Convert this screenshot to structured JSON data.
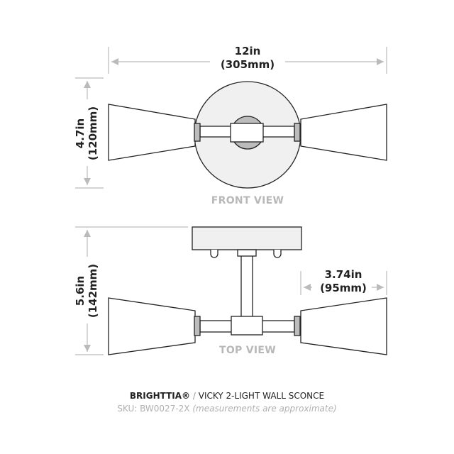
{
  "dimensions": {
    "width": {
      "imperial": "12in",
      "metric": "(305mm)"
    },
    "front_height": {
      "imperial": "4.7in",
      "metric": "(120mm)"
    },
    "top_depth": {
      "imperial": "5.6in",
      "metric": "(142mm)"
    },
    "shade_length": {
      "imperial": "3.74in",
      "metric": "(95mm)"
    }
  },
  "views": {
    "front": "FRONT VIEW",
    "top": "TOP VIEW"
  },
  "footer": {
    "brand": "BRIGHTTIA®",
    "separator": " / ",
    "product": "VICKY 2-LIGHT WALL SCONCE",
    "sku": "SKU: BW0027-2X",
    "note": "(measurements are approximate)"
  },
  "colors": {
    "line": "#222222",
    "dim": "#bbbbbb",
    "plate": "#eeeeee",
    "socket": "#bcbcbc"
  }
}
